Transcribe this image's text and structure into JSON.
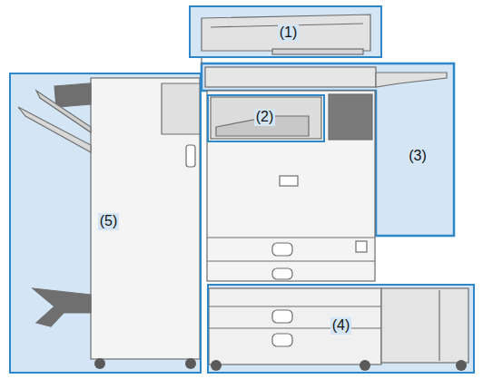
{
  "diagram": {
    "nodes": [
      {
        "text": [
          "(1)"
        ]
      },
      {
        "text": [
          "(2)"
        ]
      },
      {
        "text": [
          "(3)"
        ]
      },
      {
        "text": [
          "(4)"
        ]
      },
      {
        "text": [
          "(5)"
        ]
      }
    ]
  }
}
